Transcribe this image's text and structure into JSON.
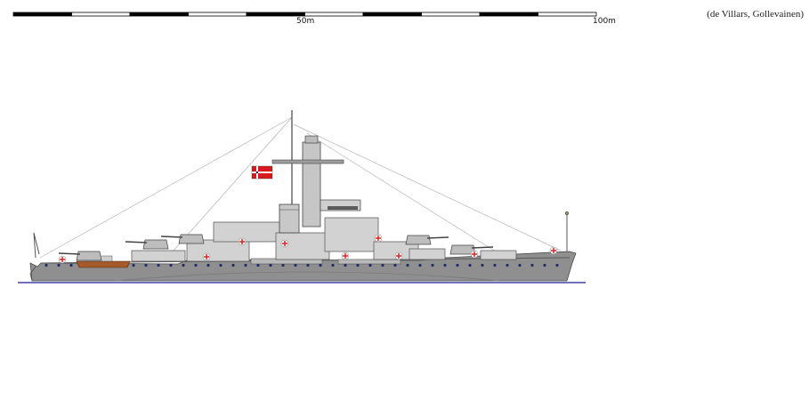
{
  "credit": "(de Villars, Gollevainen)",
  "scale_bar": {
    "segments": 10,
    "labels": [
      {
        "text": "50m",
        "value": 50
      },
      {
        "text": "100m",
        "value": 100
      }
    ]
  },
  "colors": {
    "hull": "#8f8f8f",
    "superstructure": "#d2d2d2",
    "deck_line": "#5a5a5a",
    "waterline": "#1a1a9a",
    "portholes": "#1f2d6a",
    "launch": "#a65a2a",
    "flag_red": "#d8191f",
    "air_recognition": "#e02020"
  },
  "icons": [
    "scale-bar-icon",
    "ship-hull-icon",
    "flag-icon",
    "mast-icon",
    "funnel-icon",
    "turret-icon",
    "rigging-icon"
  ]
}
